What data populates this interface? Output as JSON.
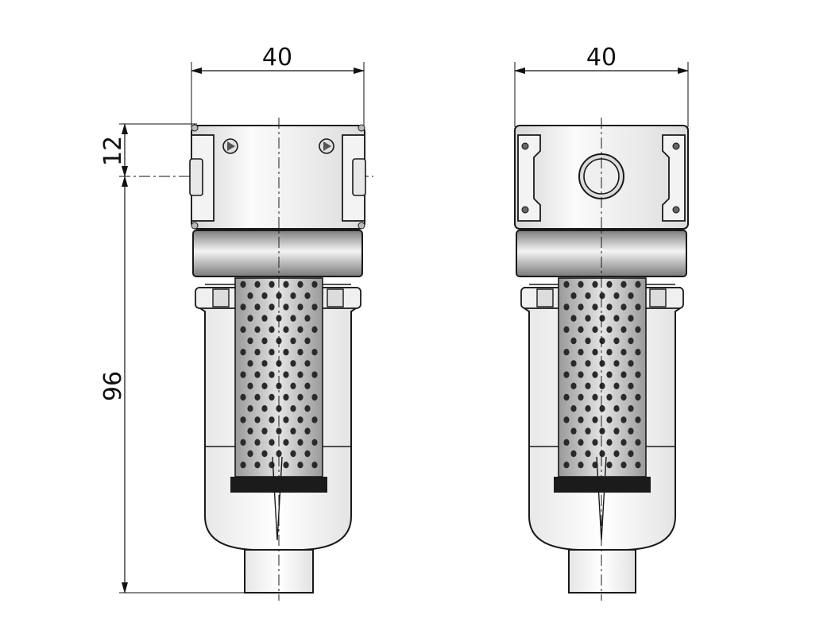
{
  "dimensions": {
    "left_width": "40",
    "right_width": "40",
    "head_height": "12",
    "total_height": "96"
  },
  "colors": {
    "outline": "#1a1a1a",
    "metal_dark": "#8c8c8c",
    "metal_light": "#f2f2f2",
    "element_fill": "#cfcfcf",
    "element_hole": "#2a2a2a",
    "seal": "#1b1b1b"
  },
  "views": [
    {
      "name": "side-view",
      "ports": "arrow-icon"
    },
    {
      "name": "front-view",
      "ports": "center-port"
    }
  ]
}
